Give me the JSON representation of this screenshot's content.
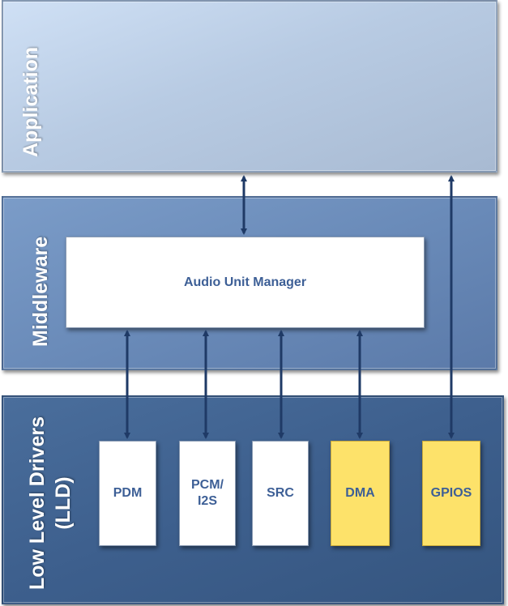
{
  "layers": {
    "application": {
      "label": "Application"
    },
    "middleware": {
      "label": "Middleware"
    },
    "lld": {
      "label_line1": "Low Level Drivers",
      "label_line2": "(LLD)"
    }
  },
  "middleware_box": {
    "label": "Audio Unit Manager"
  },
  "drivers": [
    {
      "label": "PDM"
    },
    {
      "label": "PCM/\nI2S"
    },
    {
      "label": "SRC"
    },
    {
      "label": "DMA"
    },
    {
      "label": "GPIOS"
    }
  ],
  "colors": {
    "arrow": "#1f3a66",
    "driver_box": "#ffffff",
    "highlight_box": "#fde26a",
    "box_text": "#3d5f96"
  }
}
